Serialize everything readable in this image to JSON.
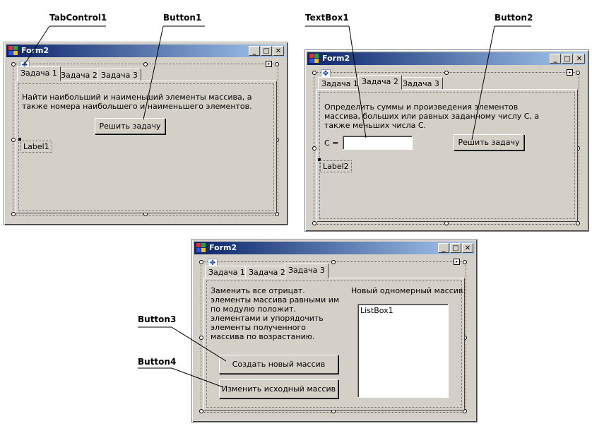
{
  "callouts": {
    "tabcontrol1": "TabControl1",
    "button1": "Button1",
    "textbox1": "TextBox1",
    "button2": "Button2",
    "button3": "Button3",
    "button4": "Button4"
  },
  "window_title": "Form2",
  "window_buttons": {
    "minimize": "_",
    "maximize": "□",
    "close": "✕"
  },
  "smart_tag_glyph": "▸",
  "move_glyph": "✥",
  "tabs": [
    "Задача 1",
    "Задача 2",
    "Задача 3"
  ],
  "form1": {
    "description": "Найти наибольший и наименьший элементы массива, а также номера наибольшего и наименьшего элементов.",
    "button": "Решить задачу",
    "label": "Label1"
  },
  "form2": {
    "description": "Определить суммы и произведения элементов массива, больших или равных заданному числу С, а также меньших числа С.",
    "c_label": "С =",
    "textbox_value": "",
    "button": "Решить задачу",
    "label": "Label2"
  },
  "form3": {
    "description": "Заменить все отрицат. элементы массива равными им по модулю положит. элементами и упорядочить элементы полученного массива по возрастанию.",
    "new_array_label": "Новый одномерный массив:",
    "listbox_item": "ListBox1",
    "button_create": "Создать новый массив",
    "button_change": "Изменить исходный массив"
  },
  "colors": {
    "face": "#d4d0c8",
    "title_start": "#0a246a",
    "title_end": "#a6caf0"
  }
}
